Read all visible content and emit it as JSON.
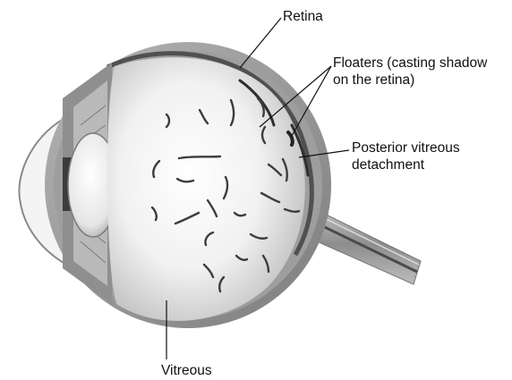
{
  "labels": {
    "retina": "Retina",
    "floaters": [
      "Floaters (casting shadow",
      "on the retina)"
    ],
    "posterior_vitreous_detachment": [
      "Posterior vitreous",
      "detachment"
    ],
    "vitreous": "Vitreous"
  },
  "colors": {
    "outer_wall": "#8c8c8c",
    "retina_band": "#4a4a4a",
    "vitreous_fill": "#efefef",
    "floater": "#3a3a3a",
    "leader_line": "#111111"
  }
}
